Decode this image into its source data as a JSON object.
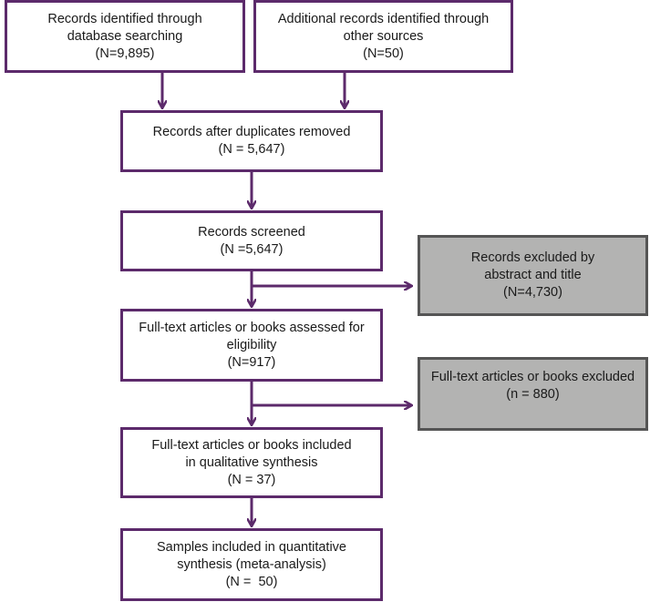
{
  "colors": {
    "border": "#5c2a6b",
    "arrow": "#5c2a6b",
    "excluded_fill": "#b3b3b2",
    "excluded_border": "#555555"
  },
  "boxes": {
    "database": {
      "line1": "Records identified through",
      "line2": "database searching",
      "line3": "(N=9,895)"
    },
    "additional": {
      "line1": "Additional records identified through",
      "line2": "other sources",
      "line3": "(N=50)"
    },
    "duplicates": {
      "line1": "Records after duplicates removed",
      "line2": "(N = 5,647)"
    },
    "screened": {
      "line1": "Records screened",
      "line2": "(N =5,647)"
    },
    "excluded_abstract": {
      "line1": "Records excluded by",
      "line2": "abstract and title",
      "line3": "(N=4,730)"
    },
    "fulltext_assessed": {
      "line1": "Full-text articles or books assessed for",
      "line2": "eligibility",
      "line3": "(N=917)"
    },
    "fulltext_excluded": {
      "line1": "Full-text articles or books excluded",
      "line2": "(n = 880)"
    },
    "qualitative": {
      "line1": "Full-text articles or books included",
      "line2": "in qualitative synthesis",
      "line3": "(N = 37)"
    },
    "quantitative": {
      "line1": "Samples included in quantitative",
      "line2": "synthesis (meta-analysis)",
      "line3": "(N =  50)"
    }
  }
}
